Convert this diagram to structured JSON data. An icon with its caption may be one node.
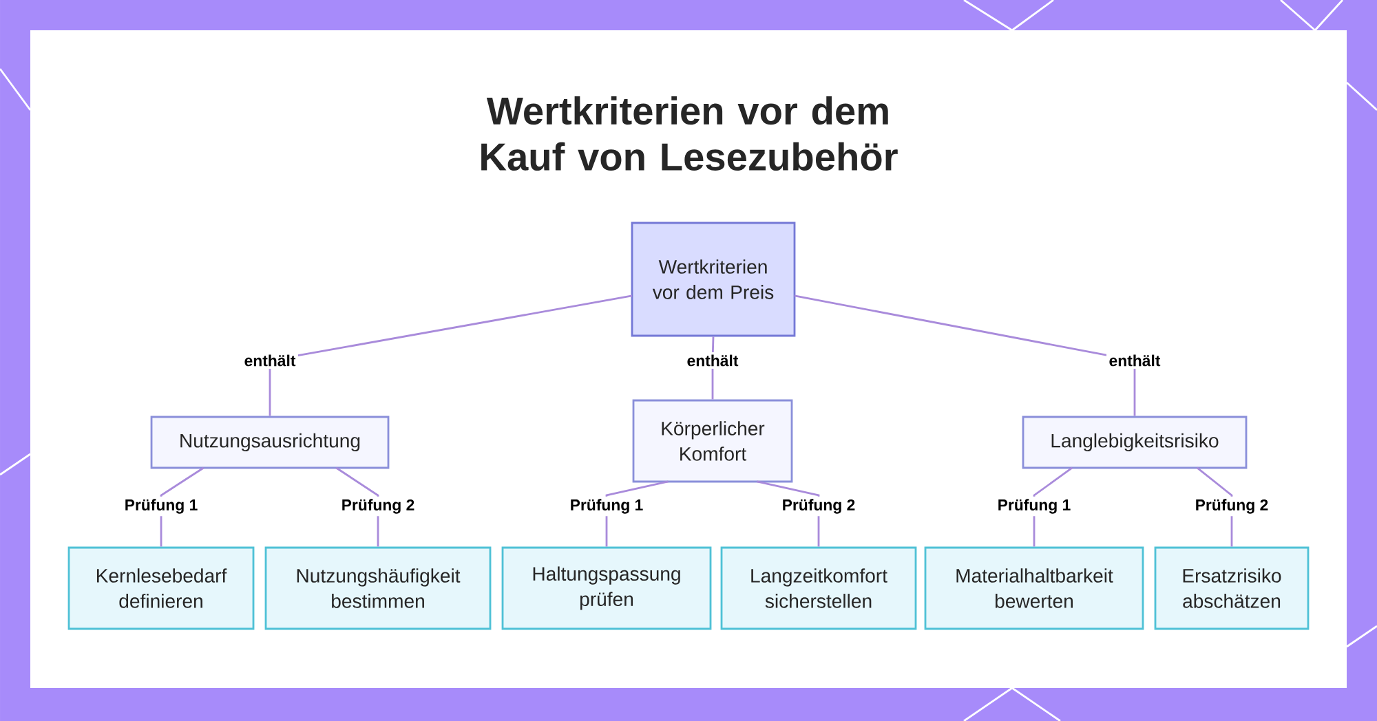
{
  "diagram": {
    "title": "Wertkriterien vor dem Kauf von Lesezubehör",
    "nodes": [
      {
        "text": [
          "Wertkriterien vor dem Preis"
        ]
      },
      {
        "text": [
          "Nutzungsausrichtung"
        ]
      },
      {
        "text": [
          "Körperlicher Komfort"
        ]
      },
      {
        "text": [
          "Langlebigkeitsrisiko"
        ]
      },
      {
        "text": [
          "Kernlesebedarf definieren"
        ]
      },
      {
        "text": [
          "Nutzungshäufigkeit bestimmen"
        ]
      },
      {
        "text": [
          "Haltungspassung prüfen"
        ]
      },
      {
        "text": [
          "Langzeitkomfort sicherstellen"
        ]
      },
      {
        "text": [
          "Materialhaltbarkeit bewerten"
        ]
      },
      {
        "text": [
          "Ersatzrisiko abschätzen"
        ]
      }
    ],
    "edges": [
      {
        "from": 0,
        "to": 1,
        "arrow": "none",
        "label": "enthält"
      },
      {
        "from": 0,
        "to": 2,
        "arrow": "none",
        "label": "enthält"
      },
      {
        "from": 0,
        "to": 3,
        "arrow": "none",
        "label": "enthält"
      },
      {
        "from": 1,
        "to": 4,
        "arrow": "none",
        "label": "Prüfung 1"
      },
      {
        "from": 1,
        "to": 5,
        "arrow": "none",
        "label": "Prüfung 2"
      },
      {
        "from": 2,
        "to": 6,
        "arrow": "none",
        "label": "Prüfung 1"
      },
      {
        "from": 2,
        "to": 7,
        "arrow": "none",
        "label": "Prüfung 2"
      },
      {
        "from": 3,
        "to": 8,
        "arrow": "none",
        "label": "Prüfung 1"
      },
      {
        "from": 3,
        "to": 9,
        "arrow": "none",
        "label": "Prüfung 2"
      }
    ]
  }
}
